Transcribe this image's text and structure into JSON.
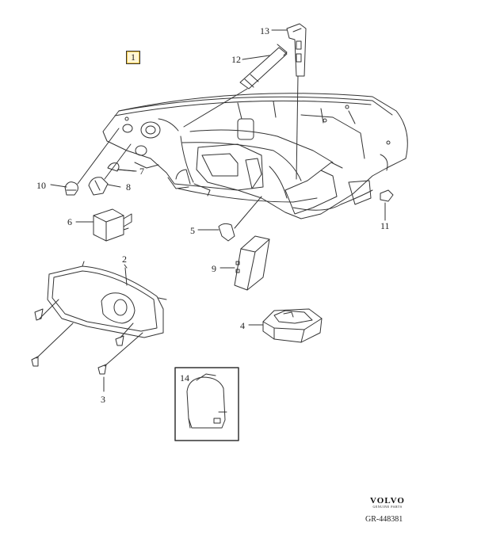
{
  "diagram": {
    "callouts": {
      "c1": "1",
      "c2": "2",
      "c3": "3",
      "c4": "4",
      "c5": "5",
      "c6": "6",
      "c7": "7",
      "c8": "8",
      "c9": "9",
      "c10": "10",
      "c11": "11",
      "c12": "12",
      "c13": "13",
      "c14": "14"
    },
    "selected_callout": "1",
    "accent_color": "#f3c33c"
  },
  "brand": {
    "name": "VOLVO",
    "tagline": "GENUINE PARTS",
    "reference": "GR-448381"
  }
}
